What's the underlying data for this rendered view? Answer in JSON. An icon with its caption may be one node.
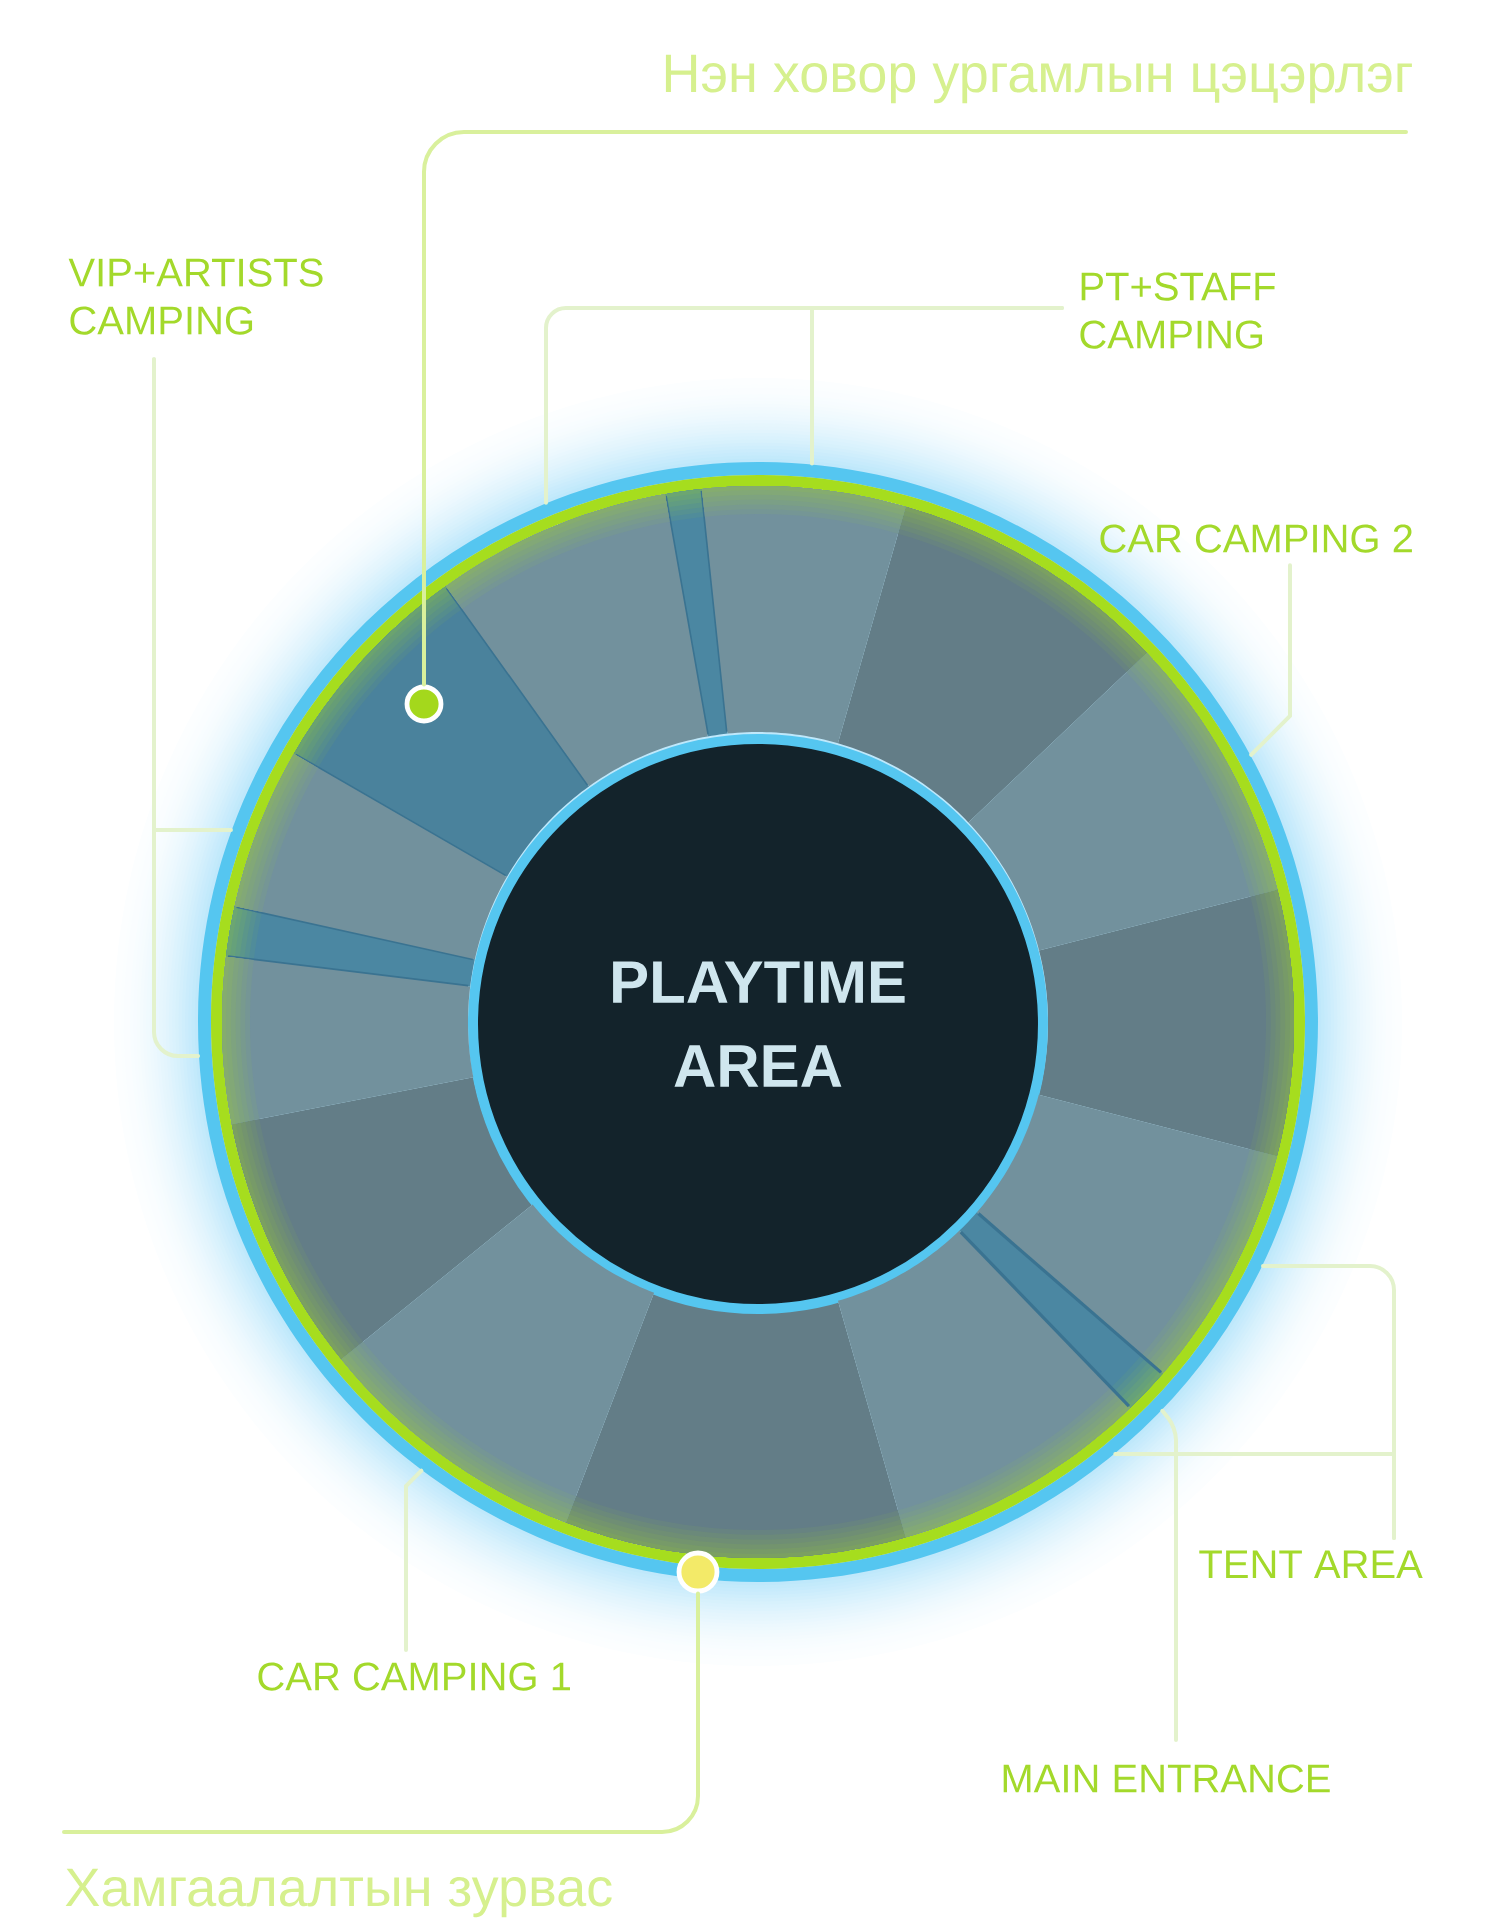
{
  "diagram": {
    "nodes": [
      {
        "text": [
          "Нэн ховор ургамлын цэцэрлэг"
        ]
      },
      {
        "text": [
          "VIP+ARTISTS CAMPING"
        ]
      },
      {
        "text": [
          "PT+STAFF CAMPING"
        ]
      },
      {
        "text": [
          "CAR CAMPING 2"
        ]
      },
      {
        "text": [
          "PLAYTIME AREA"
        ]
      },
      {
        "text": [
          "TENT AREA"
        ]
      },
      {
        "text": [
          "CAR CAMPING 1"
        ]
      },
      {
        "text": [
          "MAIN ENTRANCE"
        ]
      },
      {
        "text": [
          "Хамгаалалтын зурвас"
        ]
      },
      {
        "text": [],
        "shape": "circle"
      },
      {
        "text": [],
        "shape": "sector"
      },
      {
        "text": [],
        "shape": "sector"
      },
      {
        "text": [],
        "shape": "sector"
      },
      {
        "text": [],
        "shape": "sector"
      },
      {
        "text": [],
        "shape": "sector"
      },
      {
        "text": [],
        "shape": "sector"
      },
      {
        "text": [],
        "shape": "sector"
      },
      {
        "text": [],
        "shape": "sector"
      },
      {
        "text": [],
        "shape": "sector"
      },
      {
        "text": [],
        "shape": "circle"
      }
    ],
    "edges": [
      {
        "from": 0,
        "to": 9,
        "arrow": "none",
        "color": "#d9f09c"
      },
      {
        "from": 1,
        "to": 10,
        "arrow": "none"
      },
      {
        "from": 1,
        "to": 11,
        "arrow": "none"
      },
      {
        "from": 2,
        "to": 12,
        "arrow": "none"
      },
      {
        "from": 2,
        "to": 13,
        "arrow": "none"
      },
      {
        "from": 3,
        "to": 14,
        "arrow": "none"
      },
      {
        "from": 5,
        "to": 15,
        "arrow": "none"
      },
      {
        "from": 5,
        "to": 16,
        "arrow": "none"
      },
      {
        "from": 7,
        "to": 17,
        "arrow": "none"
      },
      {
        "from": 6,
        "to": 18,
        "arrow": "none"
      },
      {
        "from": 8,
        "to": 19,
        "arrow": "none",
        "color": "#d9f09c"
      }
    ]
  }
}
